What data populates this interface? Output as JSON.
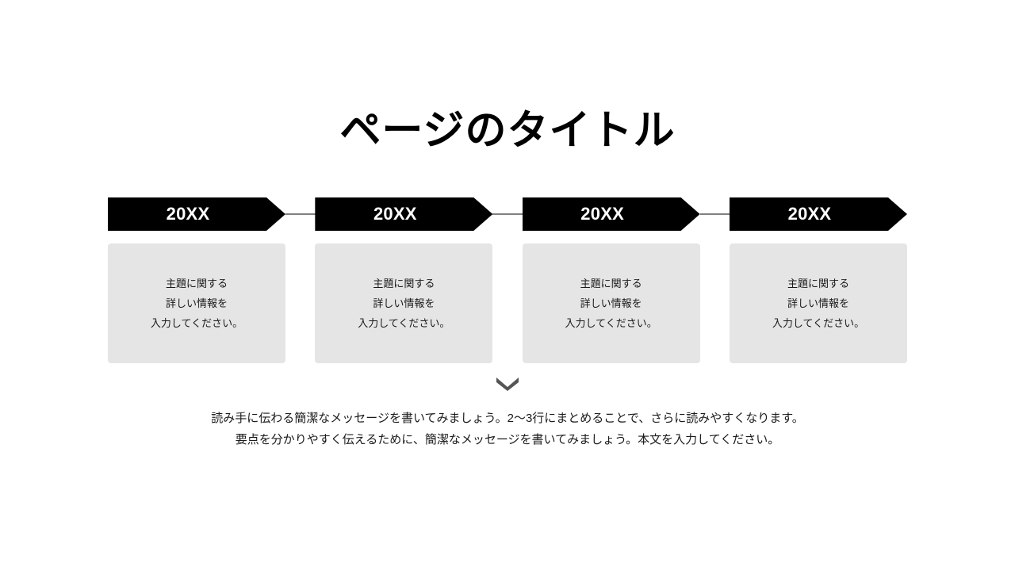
{
  "slide": {
    "background_color": "#ffffff",
    "title": "ページのタイトル"
  },
  "timeline": {
    "connector_color": "#808080",
    "chevron_color": "#000000",
    "chevron_label_color": "#ffffff",
    "card_color": "#e5e5e5",
    "items": [
      {
        "year": "20XX",
        "body": "主題に関する\n詳しい情報を\n入力してください。"
      },
      {
        "year": "20XX",
        "body": "主題に関する\n詳しい情報を\n入力してください。"
      },
      {
        "year": "20XX",
        "body": "主題に関する\n詳しい情報を\n入力してください。"
      },
      {
        "year": "20XX",
        "body": "主題に関する\n詳しい情報を\n入力してください。"
      }
    ]
  },
  "divider": {
    "icon": "chevron-down-icon",
    "color": "#555555"
  },
  "footer": {
    "line1": "読み手に伝わる簡潔なメッセージを書いてみましょう。2～3行にまとめることで、さらに読みやすくなります。",
    "line2": "要点を分かりやすく伝えるために、簡潔なメッセージを書いてみましょう。本文を入力してください。"
  }
}
